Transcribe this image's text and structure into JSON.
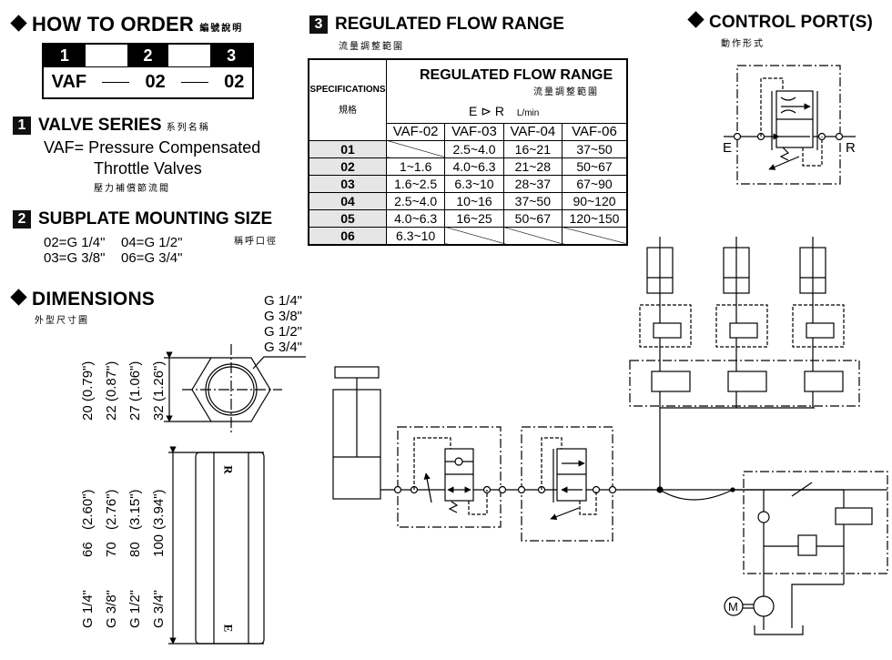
{
  "how_to_order": {
    "title": "HOW TO  ORDER",
    "title_zh": "編號說明",
    "positions": [
      "1",
      "2",
      "3"
    ],
    "example": {
      "series": "VAF",
      "size": "02",
      "flow": "02"
    }
  },
  "valve_series": {
    "number": "1",
    "title": "VALVE SERIES",
    "title_zh": "系列名稱",
    "line1": "VAF= Pressure Compensated",
    "line2": "Throttle Valves",
    "desc_zh": "壓力補償節流閥"
  },
  "subplate": {
    "number": "2",
    "title": "SUBPLATE MOUNTING SIZE",
    "title_zh": "稱呼口徑",
    "codes": [
      "02=G 1/4\"",
      "04=G 1/2\"",
      "03=G 3/8\"",
      "06=G 3/4\""
    ]
  },
  "flow_range": {
    "number": "3",
    "title": "REGULATED FLOW RANGE",
    "title_zh": "流量調整範圍",
    "table": {
      "spec_header": "SPECIFICATIONS",
      "spec_header_zh": "規格",
      "group_header": "REGULATED FLOW RANGE",
      "group_header_zh": "流量調整範圍",
      "direction": "E ⊳ R",
      "unit": "L/min",
      "columns": [
        "VAF-02",
        "VAF-03",
        "VAF-04",
        "VAF-06"
      ],
      "rows": [
        {
          "code": "01",
          "values": [
            "",
            "2.5~4.0",
            "16~21",
            "37~50"
          ]
        },
        {
          "code": "02",
          "values": [
            "1~1.6",
            "4.0~6.3",
            "21~28",
            "50~67"
          ]
        },
        {
          "code": "03",
          "values": [
            "1.6~2.5",
            "6.3~10",
            "28~37",
            "67~90"
          ]
        },
        {
          "code": "04",
          "values": [
            "2.5~4.0",
            "10~16",
            "37~50",
            "90~120"
          ]
        },
        {
          "code": "05",
          "values": [
            "4.0~6.3",
            "16~25",
            "50~67",
            "120~150"
          ]
        },
        {
          "code": "06",
          "values": [
            "6.3~10",
            "",
            "",
            ""
          ]
        }
      ]
    }
  },
  "control_port": {
    "title": "CONTROL PORT(S)",
    "title_zh": "動作形式",
    "port_in": "E",
    "port_out": "R"
  },
  "dimensions": {
    "title": "DIMENSIONS",
    "title_zh": "外型尺寸圖",
    "thread_labels": [
      "G 1/4\"",
      "G 3/8\"",
      "G 1/2\"",
      "G 3/4\""
    ],
    "hex_sizes": [
      "20  (0.79\")",
      "22  (0.87\")",
      "27  (1.06\")",
      "32  (1.26\")"
    ],
    "lengths": [
      {
        "thread": "G 1/4\"",
        "mm": "66",
        "inch": "(2.60\")"
      },
      {
        "thread": "G 3/8\"",
        "mm": "70",
        "inch": "(2.76\")"
      },
      {
        "thread": "G 1/2\"",
        "mm": "80",
        "inch": "(3.15\")"
      },
      {
        "thread": "G 3/4\"",
        "mm": "100",
        "inch": "(3.94\")"
      }
    ],
    "end_marks": {
      "top": "R",
      "bottom": "E"
    }
  },
  "circuit": {
    "motor_label": "M"
  }
}
